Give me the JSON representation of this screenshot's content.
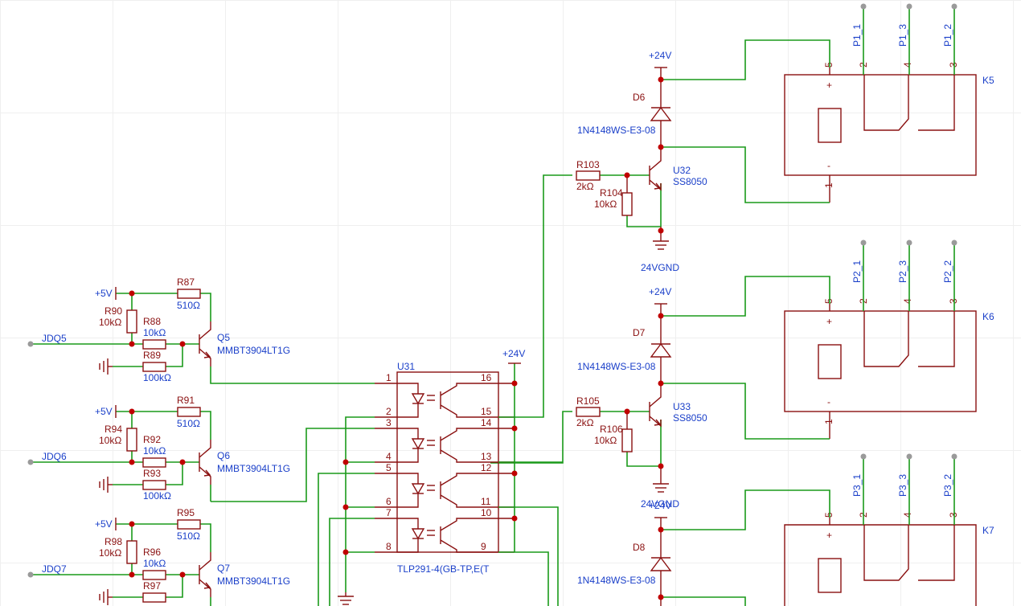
{
  "relays": [
    {
      "ref": "K5",
      "pins": [
        "5",
        "2",
        "4",
        "3",
        "1"
      ],
      "pol_plus": "+",
      "pol_minus": "-",
      "headers": [
        "P1_1",
        "P1_3",
        "P1_2"
      ]
    },
    {
      "ref": "K6",
      "pins": [
        "5",
        "2",
        "4",
        "3",
        "1"
      ],
      "pol_plus": "+",
      "pol_minus": "-",
      "headers": [
        "P2_1",
        "P2_3",
        "P2_2"
      ]
    },
    {
      "ref": "K7",
      "pins": [
        "5",
        "2",
        "4",
        "3"
      ],
      "pol_plus": "+",
      "headers": [
        "P3_1",
        "P3_3",
        "P3_2"
      ]
    }
  ],
  "drivers": [
    {
      "supply": "+24V",
      "diode": "D6",
      "diode_part": "1N4148WS-E3-08",
      "rb": "R103",
      "rb_val": "2kΩ",
      "rp": "R104",
      "rp_val": "10kΩ",
      "q": "U32",
      "q_part": "SS8050",
      "gnd": "24VGND"
    },
    {
      "supply": "+24V",
      "diode": "D7",
      "diode_part": "1N4148WS-E3-08",
      "rb": "R105",
      "rb_val": "2kΩ",
      "rp": "R106",
      "rp_val": "10kΩ",
      "q": "U33",
      "q_part": "SS8050",
      "gnd": "24VGND"
    },
    {
      "supply": "+24V",
      "diode": "D8",
      "diode_part": "1N4148WS-E3-08"
    }
  ],
  "inputs": [
    {
      "net": "JDQ5",
      "supply": "+5V",
      "rc": "R87",
      "rc_val": "510Ω",
      "rpu": "R90",
      "rpu_val": "10kΩ",
      "rb": "R88",
      "rb_val": "10kΩ",
      "rpd": "R89",
      "rpd_val": "100kΩ",
      "q": "Q5",
      "q_part": "MMBT3904LT1G"
    },
    {
      "net": "JDQ6",
      "supply": "+5V",
      "rc": "R91",
      "rc_val": "510Ω",
      "rpu": "R94",
      "rpu_val": "10kΩ",
      "rb": "R92",
      "rb_val": "10kΩ",
      "rpd": "R93",
      "rpd_val": "100kΩ",
      "q": "Q6",
      "q_part": "MMBT3904LT1G"
    },
    {
      "net": "JDQ7",
      "supply": "+5V",
      "rc": "R95",
      "rc_val": "510Ω",
      "rpu": "R98",
      "rpu_val": "10kΩ",
      "rb": "R96",
      "rb_val": "10kΩ",
      "rpd": "R97",
      "q": "Q7",
      "q_part": "MMBT3904LT1G"
    }
  ],
  "opto": {
    "ref": "U31",
    "part": "TLP291-4(GB-TP,E(T",
    "supply": "+24V",
    "left_pins": [
      "1",
      "2",
      "3",
      "4",
      "5",
      "6",
      "7",
      "8"
    ],
    "right_pins": [
      "16",
      "15",
      "14",
      "13",
      "12",
      "11",
      "10",
      "9"
    ]
  },
  "colors": {
    "wire": "#1a9a1a",
    "component": "#8a1010",
    "label": "#1a3fc9",
    "junction": "#c00000"
  }
}
